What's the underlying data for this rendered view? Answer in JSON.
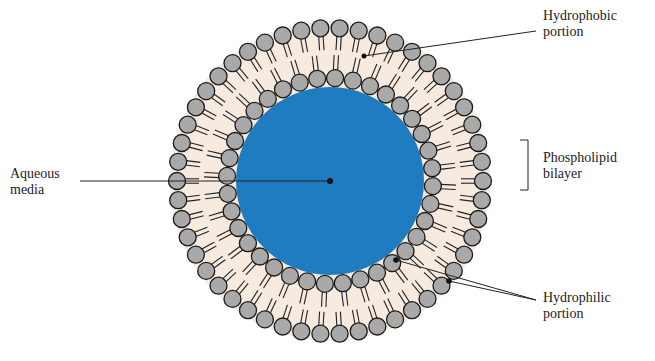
{
  "diagram": {
    "labels": [
      "Hydrophobic portion",
      "Phospholipid bilayer",
      "Aqueous media",
      "Hydrophilic portion"
    ]
  }
}
